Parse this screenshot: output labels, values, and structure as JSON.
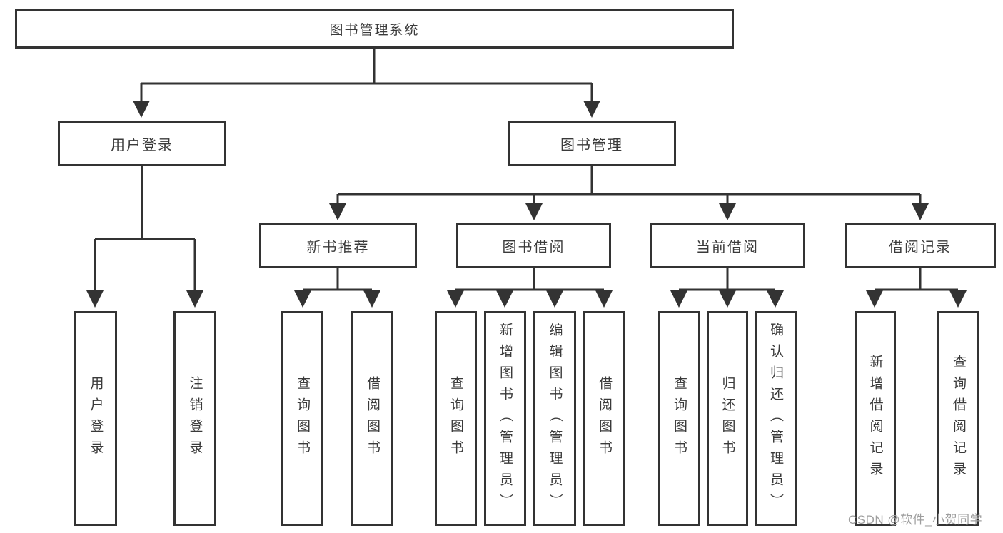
{
  "diagram": {
    "title": "图书管理系统",
    "tree": {
      "root": {
        "label": "图书管理系统"
      },
      "branches": [
        {
          "label": "用户登录",
          "children": [
            {
              "label": "用户登录"
            },
            {
              "label": "注销登录"
            }
          ]
        },
        {
          "label": "图书管理",
          "children": [
            {
              "label": "新书推荐",
              "children": [
                {
                  "label": "查询图书"
                },
                {
                  "label": "借阅图书"
                }
              ]
            },
            {
              "label": "图书借阅",
              "children": [
                {
                  "label": "查询图书"
                },
                {
                  "label": "新增图书（管理员）"
                },
                {
                  "label": "编辑图书（管理员）"
                },
                {
                  "label": "借阅图书"
                }
              ]
            },
            {
              "label": "当前借阅",
              "children": [
                {
                  "label": "查询图书"
                },
                {
                  "label": "归还图书"
                },
                {
                  "label": "确认归还（管理员）"
                }
              ]
            },
            {
              "label": "借阅记录",
              "children": [
                {
                  "label": "新增借阅记录"
                },
                {
                  "label": "查询借阅记录"
                }
              ]
            }
          ]
        }
      ]
    },
    "colors": {
      "line": "#333333",
      "box_border": "#333333",
      "text": "#3a3a3a",
      "background": "#ffffff",
      "watermark": "#9e9e9e"
    }
  },
  "watermark": {
    "prefix": "CSDN @软件_",
    "suffix": "小贺同学"
  }
}
